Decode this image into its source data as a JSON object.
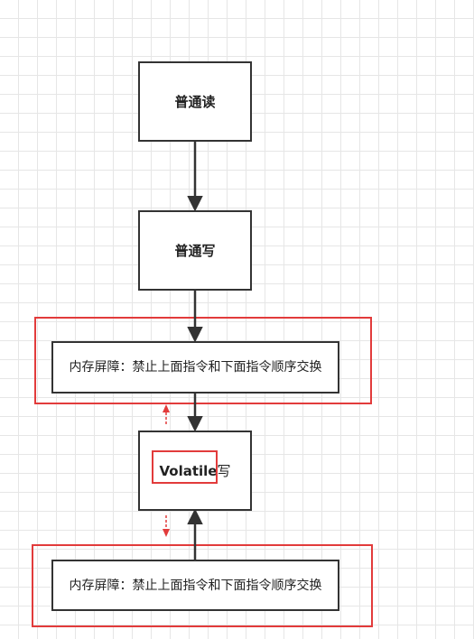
{
  "nodes": {
    "normal_read": "普通读",
    "normal_write": "普通写",
    "barrier_top": "内存屏障：禁止上面指令和下面指令顺序交换",
    "volatile_write_keyword": "Volatile",
    "volatile_write_suffix": "写",
    "barrier_bottom": "内存屏障：禁止上面指令和下面指令顺序交换"
  },
  "colors": {
    "box_border": "#333333",
    "highlight": "#e23b3b",
    "grid": "#e6e6e6"
  }
}
